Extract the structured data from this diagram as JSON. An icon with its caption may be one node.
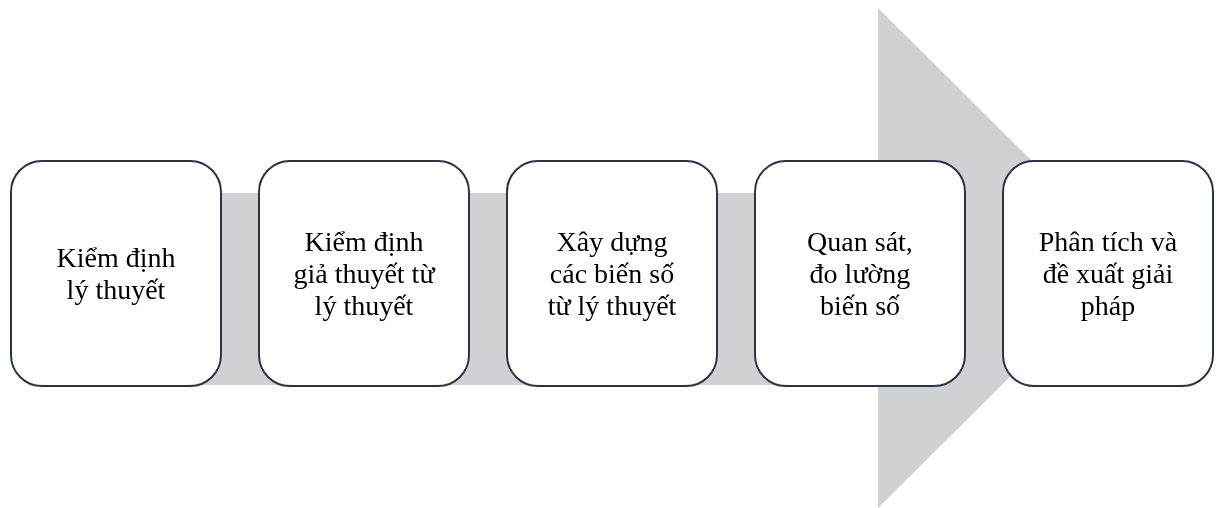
{
  "diagram": {
    "nodes": [
      {
        "text": [
          "Kiểm định lý thuyết"
        ]
      },
      {
        "text": [
          "Kiểm định giả thuyết từ lý thuyết"
        ]
      },
      {
        "text": [
          "Xây dựng các biến số từ lý thuyết"
        ]
      },
      {
        "text": [
          "Quan sát, đo lường biến số"
        ]
      },
      {
        "text": [
          "Phân tích và đề xuất giải pháp"
        ]
      }
    ],
    "edges": [
      {
        "from": 0,
        "to": 4,
        "arrow": "to"
      }
    ]
  }
}
